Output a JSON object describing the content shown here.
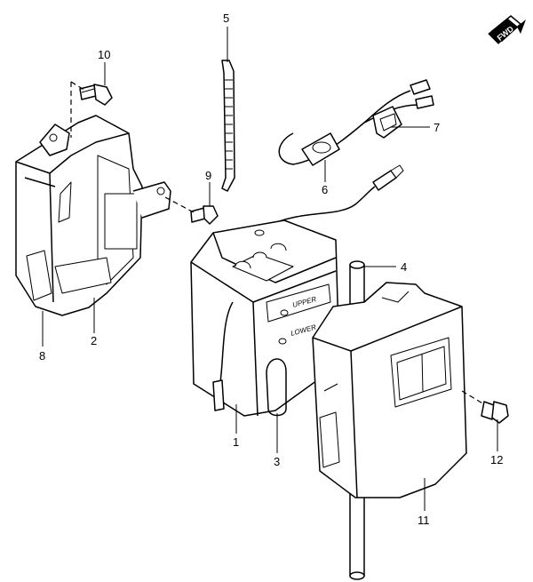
{
  "callouts": [
    "1",
    "2",
    "3",
    "4",
    "5",
    "6",
    "7",
    "8",
    "9",
    "10",
    "11",
    "12"
  ],
  "fwd_badge": "FWD",
  "battery_labels": {
    "upper": "UPPER",
    "lower": "LOWER"
  }
}
